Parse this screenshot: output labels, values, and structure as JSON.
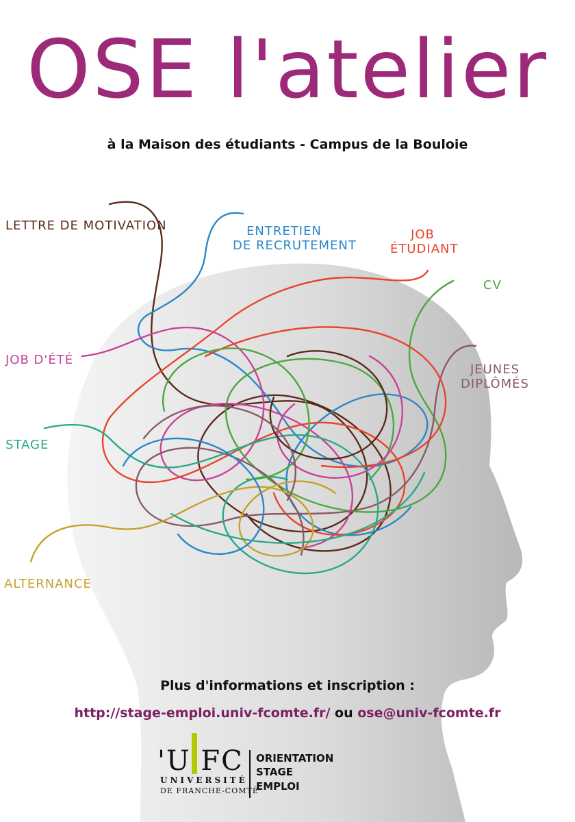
{
  "poster": {
    "title": "OSE l'atelier",
    "subtitle": "à la Maison des étudiants - Campus de la Bouloie",
    "labels": {
      "lettre": "LETTRE DE MOTIVATION",
      "entretien_1": "ENTRETIEN",
      "entretien_2": "DE RECRUTEMENT",
      "job_1": "JOB",
      "job_2": "ÉTUDIANT",
      "cv": "CV",
      "job_ete": "JOB D'ÉTÉ",
      "jeunes_1": "JEUNES",
      "jeunes_2": "DIPLÔMÉS",
      "stage": "STAGE",
      "alternance": "ALTERNANCE"
    },
    "info": "Plus d'informations et inscription :",
    "website": "http://stage-emploi.univ-fcomte.fr/",
    "connector": "ou",
    "email": "ose@univ-fcomte.fr",
    "logo": {
      "mark": "'U FC",
      "university": "UNIVERSITÉ",
      "region": "DE FRANCHE-COMTÉ",
      "service_1": "ORIENTATION",
      "service_2": "STAGE",
      "service_3": "EMPLOI"
    }
  },
  "colors": {
    "title": "#9c2a78",
    "lettre": "#5a2a1a",
    "entretien": "#2a87c8",
    "job": "#e8452a",
    "cv": "#4aa83c",
    "job_ete": "#c8439a",
    "jeunes": "#8a5a64",
    "stage": "#2aa88a",
    "alternance": "#c8a02a"
  }
}
